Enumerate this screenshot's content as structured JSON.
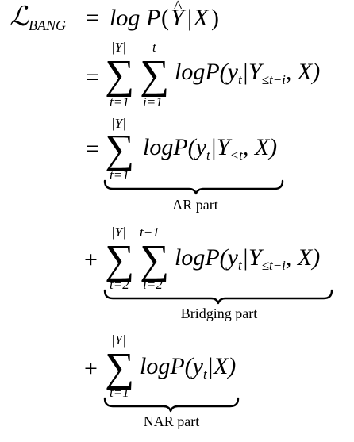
{
  "equation": {
    "lhs": {
      "script_L": "ℒ",
      "subscript": "BANG",
      "equals": "=",
      "log": "log",
      "P": "P",
      "open": "(",
      "Y": "Y",
      "hat": "^",
      "bar": "|",
      "X": "X",
      "close": ")"
    },
    "line1": {
      "equals": "=",
      "sum1_upper": "|Y|",
      "sum1_lower": "t=1",
      "sum2_upper": "t",
      "sum2_lower": "i=1",
      "body_main": "logP(y",
      "body_sub": "t",
      "body_mid": "|Y",
      "body_sub2": "≤t−i",
      "body_end": ", X)"
    },
    "line2": {
      "equals": "=",
      "sum_upper": "|Y|",
      "sum_lower": "t=1",
      "body_main": "logP(y",
      "body_sub": "t",
      "body_mid": "|Y",
      "body_sub2": "<t",
      "body_end": ", X)",
      "brace_label": "AR part"
    },
    "line3": {
      "plus": "+",
      "sum1_upper": "|Y|",
      "sum1_lower": "t=2",
      "sum2_upper": "t−1",
      "sum2_lower": "i=2",
      "body_main": "logP(y",
      "body_sub": "t",
      "body_mid": "|Y",
      "body_sub2": "≤t−i",
      "body_end": ", X)",
      "brace_label": "Bridging part"
    },
    "line4": {
      "plus": "+",
      "sum_upper": "|Y|",
      "sum_lower": "t=1",
      "body_main": "logP(y",
      "body_sub": "t",
      "body_end": "|X)",
      "brace_label": "NAR part"
    },
    "sigma": "∑"
  }
}
